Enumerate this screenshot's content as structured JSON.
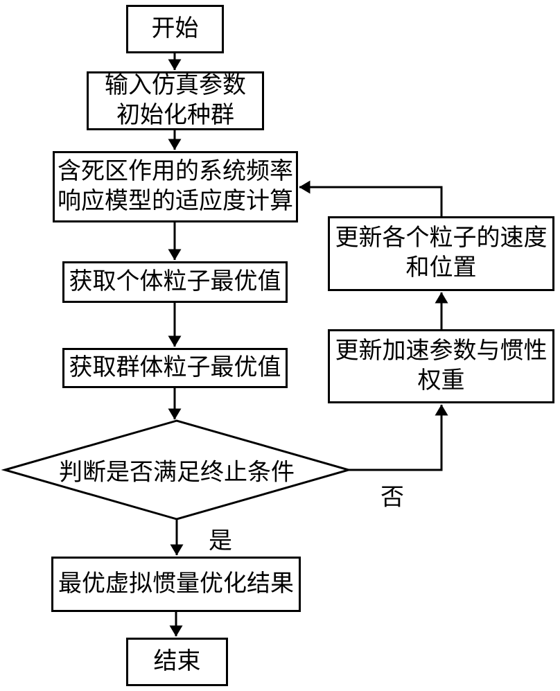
{
  "diagram": {
    "title": "particle-swarm-optimization-flowchart",
    "background_color": "#ffffff",
    "line_color": "#000000",
    "nodes": {
      "start": {
        "label": "开始"
      },
      "init": {
        "line1": "输入仿真参数",
        "line2": "初始化种群"
      },
      "fitness": {
        "line1": "含死区作用的系统频率",
        "line2": "响应模型的适应度计算"
      },
      "pbest": {
        "label": "获取个体粒子最优值"
      },
      "gbest": {
        "label": "获取群体粒子最优值"
      },
      "decision": {
        "label": "判断是否满足终止条件"
      },
      "result": {
        "label": "最优虚拟惯量优化结果"
      },
      "end": {
        "label": "结束"
      },
      "update_velocity": {
        "line1": "更新各个粒子的速度",
        "line2": "和位置"
      },
      "update_accel": {
        "line1": "更新加速参数与惯性",
        "line2": "权重"
      }
    },
    "branch_labels": {
      "yes": "是",
      "no": "否"
    }
  }
}
